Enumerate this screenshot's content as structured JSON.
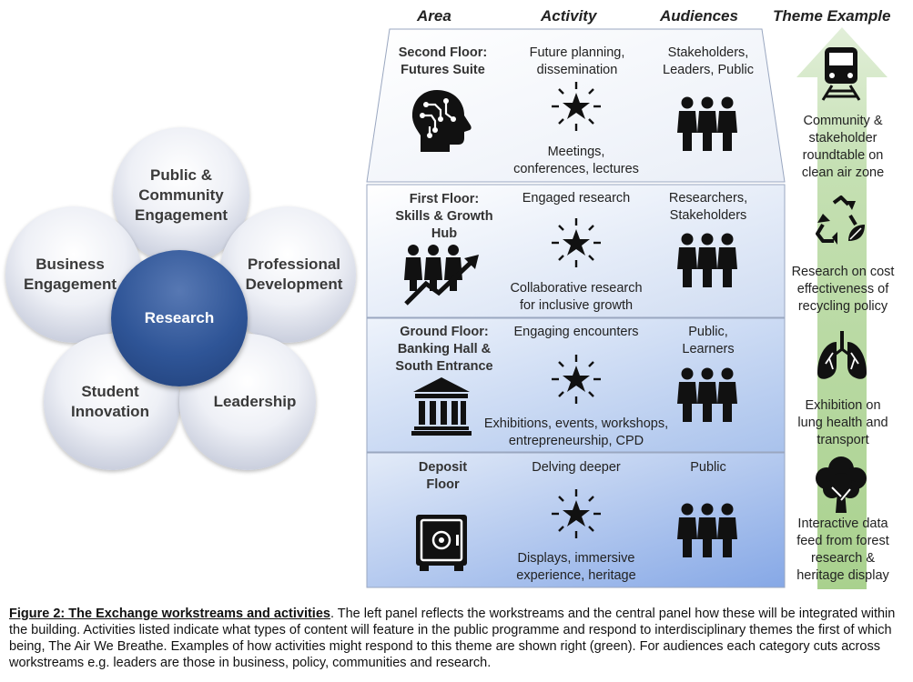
{
  "workstreams": {
    "center": "Research",
    "public": [
      "Public &",
      "Community",
      "Engagement"
    ],
    "business": [
      "Business",
      "Engagement"
    ],
    "professional": [
      "Professional",
      "Development"
    ],
    "student": [
      "Student",
      "Innovation"
    ],
    "leadership": "Leadership"
  },
  "headers": {
    "area": "Area",
    "activity": "Activity",
    "audiences": "Audiences",
    "theme": "Theme Example"
  },
  "floors": [
    {
      "area": [
        "Second Floor:",
        "Futures Suite"
      ],
      "activity_top": [
        "Future planning,",
        "dissemination"
      ],
      "activity_bottom": [
        "Meetings,",
        "conferences, lectures"
      ],
      "audiences": [
        "Stakeholders,",
        "Leaders, Public"
      ],
      "area_icon": "head-circuit-icon"
    },
    {
      "area": [
        "First Floor:",
        "Skills & Growth",
        "Hub"
      ],
      "activity_top": [
        "Engaged research"
      ],
      "activity_bottom": [
        "Collaborative research",
        "for inclusive growth"
      ],
      "audiences": [
        "Researchers,",
        "Stakeholders"
      ],
      "area_icon": "people-growth-icon"
    },
    {
      "area": [
        "Ground Floor:",
        "Banking Hall &",
        "South Entrance"
      ],
      "activity_top": [
        "Engaging encounters"
      ],
      "activity_bottom": [
        "Exhibitions, events, workshops,",
        "entrepreneurship, CPD"
      ],
      "audiences": [
        "Public,",
        "Learners"
      ],
      "area_icon": "bank-building-icon"
    },
    {
      "area": [
        "Deposit",
        "Floor"
      ],
      "activity_top": [
        "Delving deeper"
      ],
      "activity_bottom": [
        "Displays, immersive",
        "experience, heritage"
      ],
      "audiences": [
        "Public"
      ],
      "area_icon": "safe-icon"
    }
  ],
  "themes": [
    {
      "text": [
        "Community &",
        "stakeholder",
        "roundtable on",
        "clean air zone"
      ],
      "icon": "train-icon"
    },
    {
      "text": [
        "Research on cost",
        "effectiveness of",
        "recycling policy"
      ],
      "icon": "recycle-icon"
    },
    {
      "text": [
        "Exhibition on",
        "lung health and",
        "transport"
      ],
      "icon": "lungs-icon"
    },
    {
      "text": [
        "Interactive data",
        "feed from forest",
        "research &",
        "heritage display"
      ],
      "icon": "tree-icon"
    }
  ],
  "caption": {
    "title": "Figure 2: The Exchange workstreams and activities",
    "body": ". The left panel reflects the workstreams and the central panel how these will be integrated within the building. Activities listed indicate what types of content will feature in the public programme and respond to interdisciplinary themes the first of which being, The Air We Breathe. Examples of how activities might respond to this theme are shown right (green). For audiences each category cuts across workstreams e.g. leaders are those in business, policy, communities and research."
  },
  "colors": {
    "research": "#2f5597",
    "petal": "#dde1ea",
    "floor_light": "#f2f6fc",
    "floor_dark": "#8fb0e8",
    "floor_border": "#9aa7c0",
    "green_arrow": "#a9d18e"
  }
}
